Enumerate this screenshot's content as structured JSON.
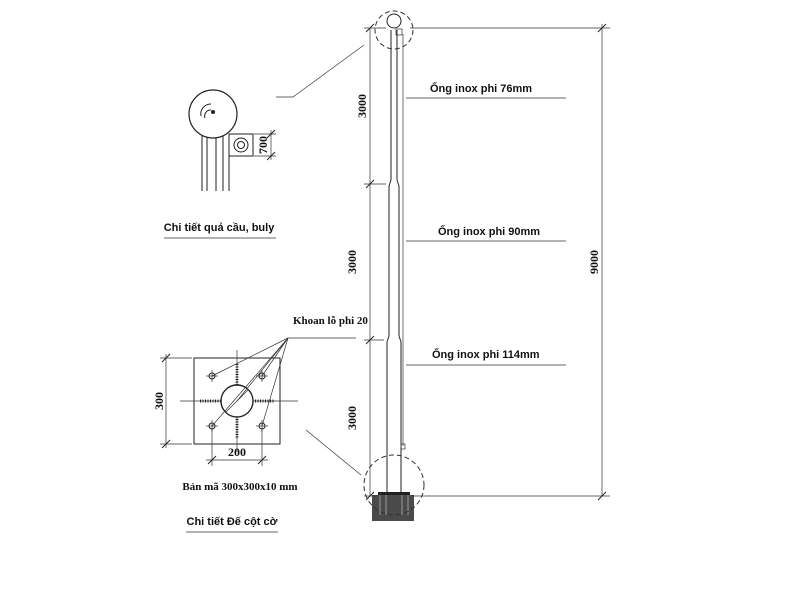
{
  "labels": {
    "pipe_76": "Ống inox phi 76mm",
    "pipe_90": "Ống inox phi 90mm",
    "pipe_114": "Ống inox phi 114mm",
    "detail_ball": "Chi tiết quả cầu, buly",
    "detail_base": "Chi tiết Đế cột cờ",
    "drill_note": "Khoan lỗ phi 20",
    "base_plate": "Bản mã 300x300x10 mm"
  },
  "dimensions": {
    "seg_top": "3000",
    "seg_mid": "3000",
    "seg_bottom": "3000",
    "total_height": "9000",
    "pulley_dim": "700",
    "plate_side": "300",
    "bolt_spacing": "200"
  }
}
